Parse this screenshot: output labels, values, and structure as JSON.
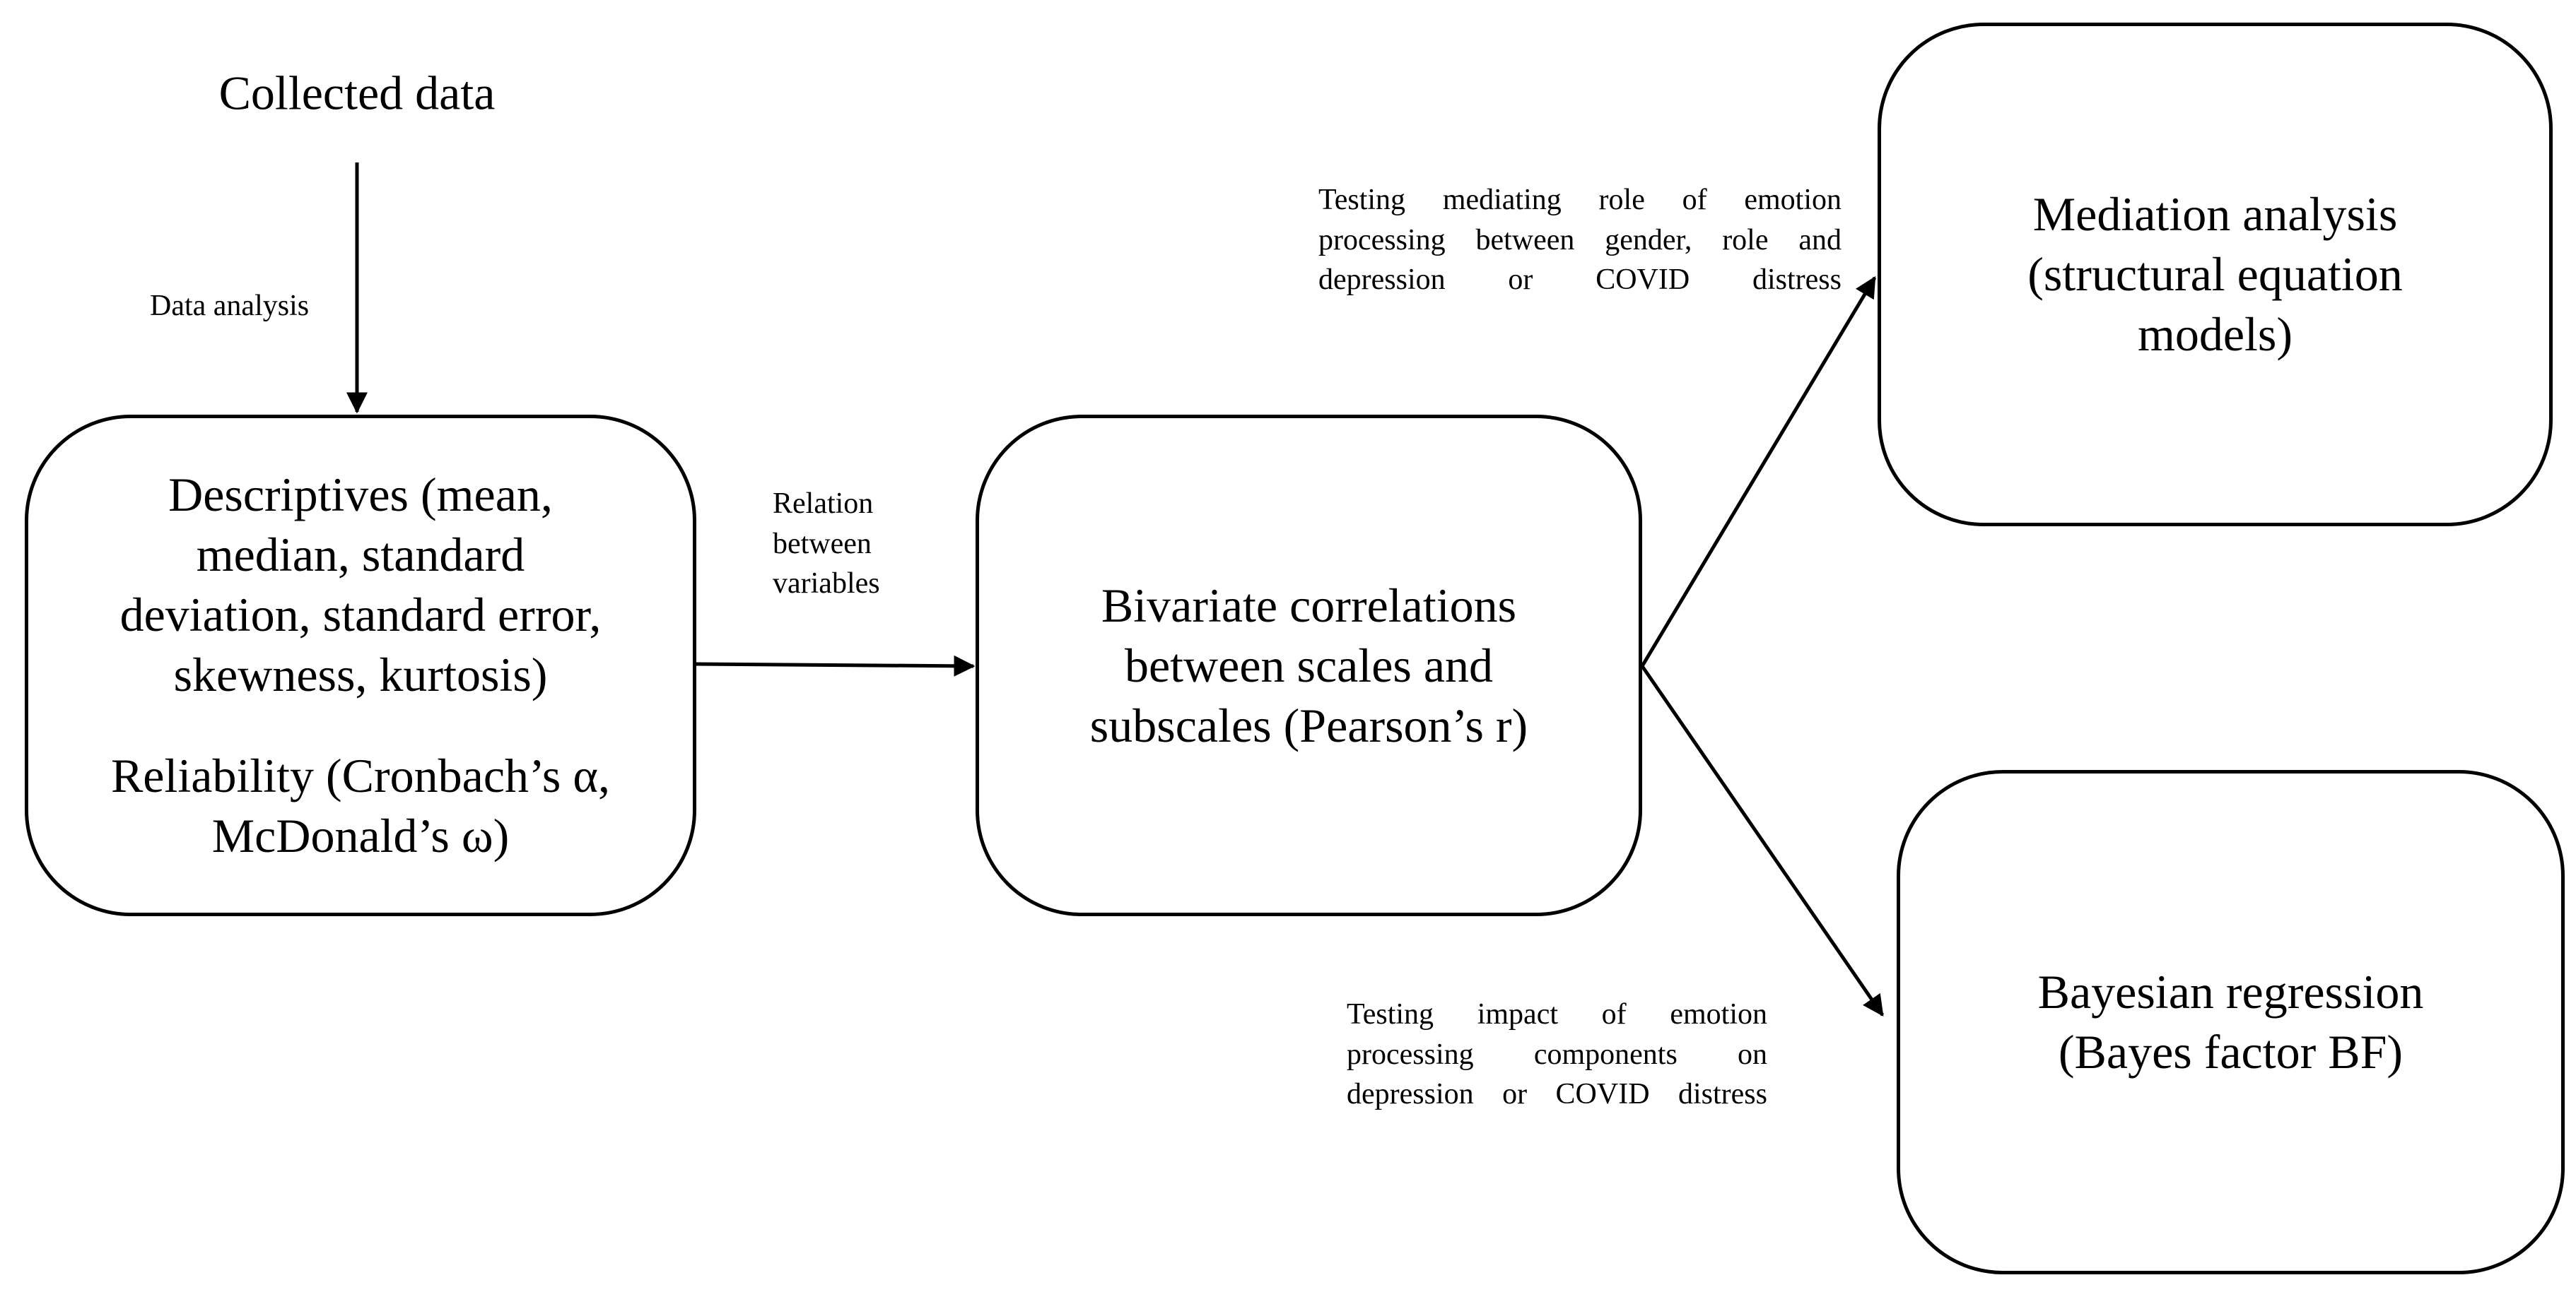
{
  "nodes": {
    "collected_data": {
      "label": "Collected data"
    },
    "descriptives": {
      "lines": [
        "Descriptives (mean,",
        "median, standard",
        "deviation, standard error,",
        "skewness, kurtosis)"
      ],
      "reliability_lines": [
        "Reliability (Cronbach’s α,",
        "McDonald’s ω)"
      ]
    },
    "bivariate": {
      "lines": [
        "Bivariate correlations",
        "between scales and",
        "subscales (Pearson’s r)"
      ]
    },
    "mediation": {
      "lines": [
        "Mediation analysis",
        "(structural equation",
        "models)"
      ]
    },
    "bayesian": {
      "lines": [
        "Bayesian regression",
        "(Bayes factor BF)"
      ]
    }
  },
  "edges": {
    "data_analysis": {
      "lines": [
        "Data analysis"
      ]
    },
    "relation": {
      "lines": [
        "Relation",
        "between",
        "variables"
      ]
    },
    "mediation_test": {
      "lines": [
        "Testing mediating role of emotion",
        "processing between gender, role and",
        "depression or COVID distress"
      ]
    },
    "impact_test": {
      "lines": [
        "Testing impact of emotion",
        "processing components on",
        "depression or COVID distress"
      ]
    }
  },
  "colors": {
    "stroke": "#000000",
    "background": "#ffffff"
  }
}
